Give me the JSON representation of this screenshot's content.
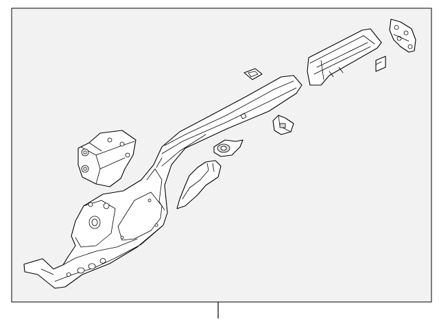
{
  "diagram": {
    "background_color": "#f2f2f2",
    "frame_color": "#000000",
    "line_color": "#000000",
    "parts": [
      {
        "id": "frame-rail-assembly"
      },
      {
        "id": "rear-rail-extension"
      },
      {
        "id": "rear-bracket"
      },
      {
        "id": "small-clip"
      },
      {
        "id": "top-clip"
      },
      {
        "id": "mid-bracket"
      },
      {
        "id": "round-mount"
      },
      {
        "id": "reinforcement-panel"
      },
      {
        "id": "engine-mount-bracket"
      }
    ]
  }
}
